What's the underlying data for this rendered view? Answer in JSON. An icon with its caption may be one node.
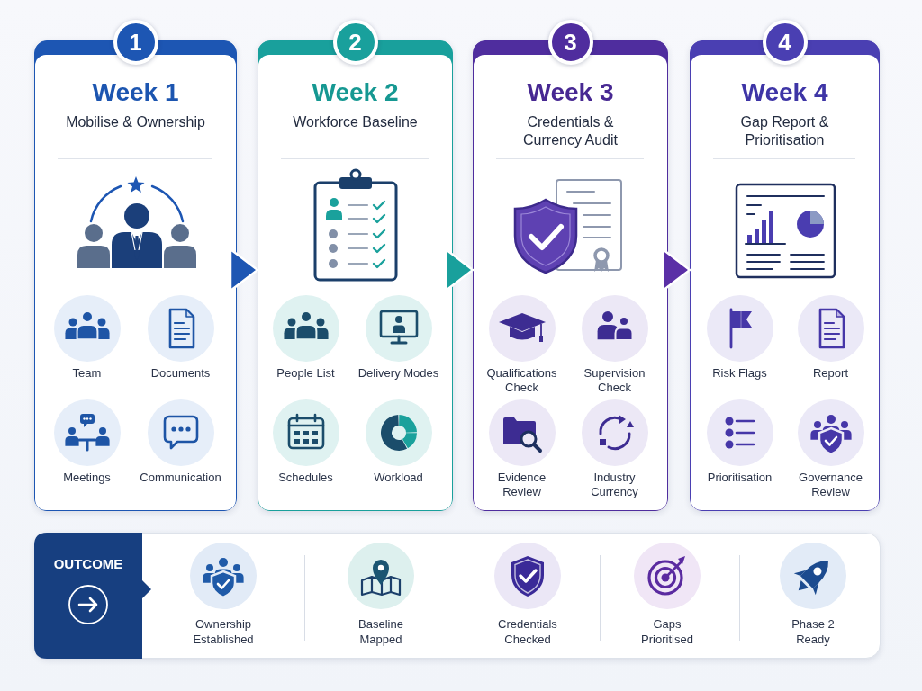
{
  "diagram": {
    "nodes": [
      {
        "text": [
          "1"
        ]
      },
      {
        "text": [
          "Week 1",
          "Mobilise & Ownership"
        ]
      },
      {
        "text": [
          "Team"
        ],
        "in": 1
      },
      {
        "text": [
          "Documents"
        ],
        "in": 1
      },
      {
        "text": [
          "Meetings"
        ],
        "in": 1
      },
      {
        "text": [
          "Communication"
        ],
        "in": 1
      },
      {
        "text": [
          "2"
        ]
      },
      {
        "text": [
          "Week 2",
          "Workforce Baseline"
        ]
      },
      {
        "text": [
          "People List"
        ],
        "in": 7
      },
      {
        "text": [
          "Delivery Modes"
        ],
        "in": 7
      },
      {
        "text": [
          "Schedules"
        ],
        "in": 7
      },
      {
        "text": [
          "Workload"
        ],
        "in": 7
      },
      {
        "text": [
          "3"
        ]
      },
      {
        "text": [
          "Week 3",
          "Credentials & Currency Audit"
        ]
      },
      {
        "text": [
          "Qualifications Check"
        ],
        "in": 13
      },
      {
        "text": [
          "Supervision Check"
        ],
        "in": 13
      },
      {
        "text": [
          "Evidence Review"
        ],
        "in": 13
      },
      {
        "text": [
          "Industry Currency"
        ],
        "in": 13
      },
      {
        "text": [
          "4"
        ]
      },
      {
        "text": [
          "Week 4",
          "Gap Report & Prioritisation"
        ]
      },
      {
        "text": [
          "Risk Flags"
        ],
        "in": 19
      },
      {
        "text": [
          "Report"
        ],
        "in": 19
      },
      {
        "text": [
          "Prioritisation"
        ],
        "in": 19
      },
      {
        "text": [
          "Governance Review"
        ],
        "in": 19
      },
      {
        "text": [],
        "shape": "box"
      },
      {
        "text": [
          "OUTCOME"
        ],
        "in": 24
      },
      {
        "text": [
          "Ownership Established"
        ],
        "in": 24
      },
      {
        "text": [
          "Baseline Mapped"
        ],
        "in": 24
      },
      {
        "text": [
          "Credentials Checked"
        ],
        "in": 24
      },
      {
        "text": [
          "Gaps Prioritised"
        ],
        "in": 24
      },
      {
        "text": [
          "Phase 2 Ready"
        ],
        "in": 24
      }
    ],
    "edges": [
      {
        "from": 1,
        "to": 7,
        "arrow": "to",
        "color": "#1d56b3"
      },
      {
        "from": 7,
        "to": 13,
        "arrow": "to",
        "color": "#19a09c"
      },
      {
        "from": 13,
        "to": 19,
        "arrow": "to",
        "color": "#5a2fa6"
      }
    ]
  }
}
